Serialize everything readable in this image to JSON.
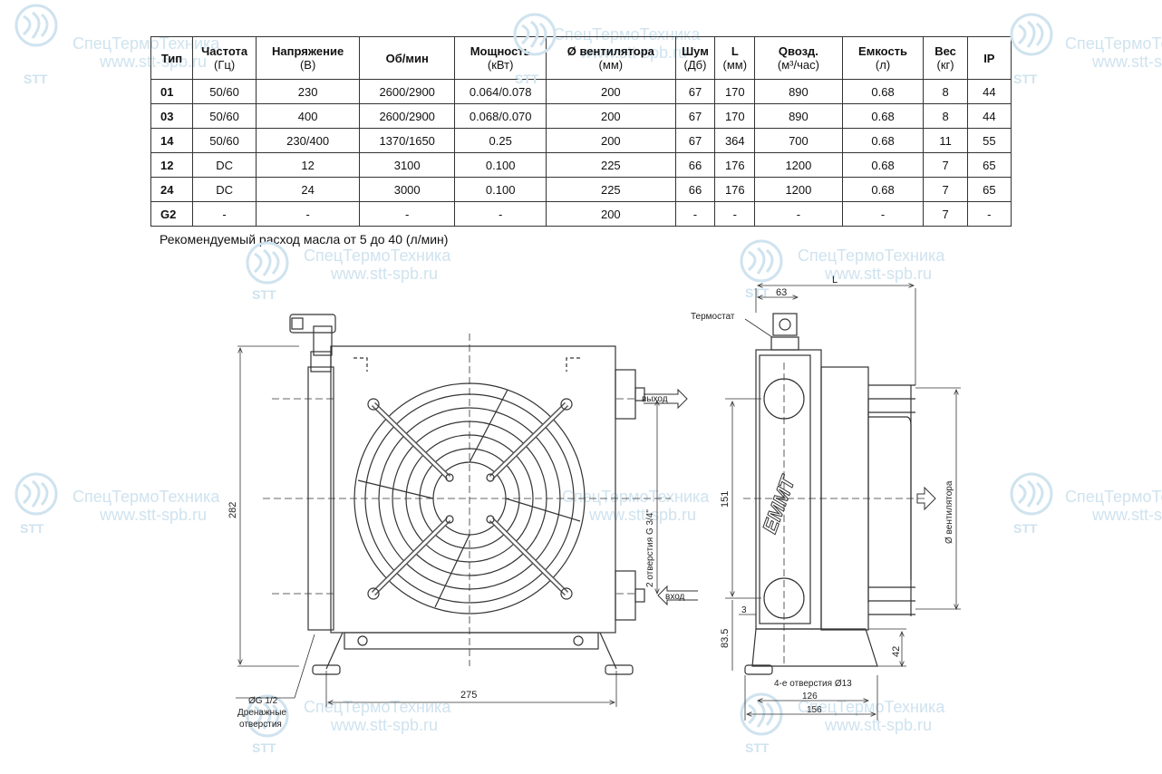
{
  "table": {
    "headers": [
      {
        "line1": "Тип",
        "line2": ""
      },
      {
        "line1": "Частота",
        "line2": "(Гц)"
      },
      {
        "line1": "Напряжение",
        "line2": "(В)"
      },
      {
        "line1": "Об/мин",
        "line2": ""
      },
      {
        "line1": "Мощность",
        "line2": "(кВт)"
      },
      {
        "line1": "Ø вентилятора",
        "line2": "(мм)"
      },
      {
        "line1": "Шум",
        "line2": "(Дб)"
      },
      {
        "line1": "L",
        "line2": "(мм)"
      },
      {
        "line1": "Qвозд.",
        "line2": "(м³/час)"
      },
      {
        "line1": "Емкость",
        "line2": "(л)"
      },
      {
        "line1": "Вес",
        "line2": "(кг)"
      },
      {
        "line1": "IP",
        "line2": ""
      }
    ],
    "rows": [
      [
        "01",
        "50/60",
        "230",
        "2600/2900",
        "0.064/0.078",
        "200",
        "67",
        "170",
        "890",
        "0.68",
        "8",
        "44"
      ],
      [
        "03",
        "50/60",
        "400",
        "2600/2900",
        "0.068/0.070",
        "200",
        "67",
        "170",
        "890",
        "0.68",
        "8",
        "44"
      ],
      [
        "14",
        "50/60",
        "230/400",
        "1370/1650",
        "0.25",
        "200",
        "67",
        "364",
        "700",
        "0.68",
        "11",
        "55"
      ],
      [
        "12",
        "DC",
        "12",
        "3100",
        "0.100",
        "225",
        "66",
        "176",
        "1200",
        "0.68",
        "7",
        "65"
      ],
      [
        "24",
        "DC",
        "24",
        "3000",
        "0.100",
        "225",
        "66",
        "176",
        "1200",
        "0.68",
        "7",
        "65"
      ],
      [
        "G2",
        "-",
        "-",
        "-",
        "-",
        "200",
        "-",
        "-",
        "-",
        "-",
        "7",
        "-"
      ]
    ]
  },
  "note": "Рекомендуемый расход масла от 5 до 40 (л/мин)",
  "watermark": {
    "line1": "СпецТермоТехника",
    "line2": "www.stt-spb.ru",
    "logo_text": "STT",
    "color": "#cfe3ef"
  },
  "drawing": {
    "front": {
      "height_dim": "282",
      "width_dim": "275",
      "ports_label": "2 отверстия G 3/4\"",
      "outlet_label": "выход",
      "inlet_label": "вход",
      "drain_label_1": "ØG 1/2",
      "drain_label_2": "Дренажные",
      "drain_label_3": "отверстия"
    },
    "side": {
      "thermostat_label": "Термостат",
      "dim_63": "63",
      "dim_L": "L",
      "dim_151": "151",
      "dim_3": "3",
      "dim_83_5": "83.5",
      "dim_42": "42",
      "holes_label": "4-е отверстия Ø13",
      "dim_126": "126",
      "dim_156": "156",
      "fan_diam_label": "Ø вентилятора",
      "brand_mark": "EMMT"
    }
  }
}
